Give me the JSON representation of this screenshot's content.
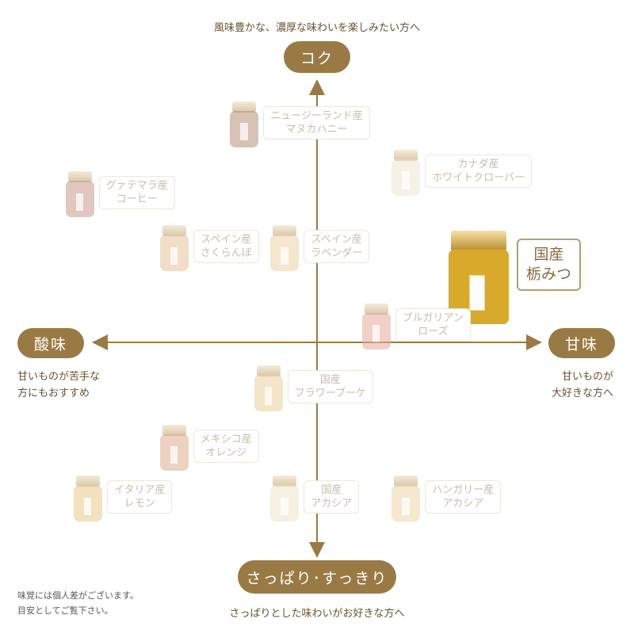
{
  "texts": {
    "top_caption": "風味豊かな、濃厚な味わいを楽しみたい方へ",
    "bottom_caption": "さっぱりとした味わいがお好きな方へ",
    "left_desc_1": "甘いものが苦手な",
    "left_desc_2": "方にもおすすめ",
    "right_desc_1": "甘いものが",
    "right_desc_2": "大好きな方へ",
    "note_1": "味覚には個人差がございます。",
    "note_2": "目安としてご覧下さい。"
  },
  "chart_data": {
    "type": "scatter",
    "title": "",
    "axes": {
      "top": "コク",
      "bottom": "さっぱり･すっきり",
      "left": "酸味",
      "right": "甘味"
    },
    "xlim": [
      -1,
      1
    ],
    "ylim": [
      -1,
      1
    ],
    "grid": false,
    "points": [
      {
        "line1": "ニュージーランド産",
        "line2": "マヌカハニー",
        "x": -0.27,
        "y": 0.81,
        "color": "#b9907a",
        "highlight": false
      },
      {
        "line1": "カナダ産",
        "line2": "ホワイトクローバー",
        "x": 0.33,
        "y": 0.63,
        "color": "#efe6d3",
        "highlight": false
      },
      {
        "line1": "グァテマラ産",
        "line2": "コーヒー",
        "x": -0.88,
        "y": 0.55,
        "color": "#c99a8d",
        "highlight": false
      },
      {
        "line1": "スペイン産",
        "line2": "さくらんぼ",
        "x": -0.53,
        "y": 0.35,
        "color": "#e6c49c",
        "highlight": false
      },
      {
        "line1": "スペイン産",
        "line2": "ラベンダー",
        "x": -0.12,
        "y": 0.35,
        "color": "#ecd4a7",
        "highlight": false
      },
      {
        "line1": "国産",
        "line2": "栃みつ",
        "x": 0.6,
        "y": 0.24,
        "color": "#d9a92c",
        "highlight": true
      },
      {
        "line1": "ブルガリアン",
        "line2": "ローズ",
        "x": 0.22,
        "y": 0.06,
        "color": "#e5aa9c",
        "highlight": false
      },
      {
        "line1": "国産",
        "line2": "フラワーブーケ",
        "x": -0.18,
        "y": -0.17,
        "color": "#ecd0a0",
        "highlight": false
      },
      {
        "line1": "メキシコ産",
        "line2": "オレンジ",
        "x": -0.53,
        "y": -0.39,
        "color": "#dfae8f",
        "highlight": false
      },
      {
        "line1": "イタリア産",
        "line2": "レモン",
        "x": -0.85,
        "y": -0.58,
        "color": "#e9c98c",
        "highlight": false
      },
      {
        "line1": "国産",
        "line2": "アカシア",
        "x": -0.12,
        "y": -0.58,
        "color": "#ede7c9",
        "highlight": false
      },
      {
        "line1": "ハンガリー産",
        "line2": "アカシア",
        "x": 0.33,
        "y": -0.58,
        "color": "#efd7a8",
        "highlight": false
      }
    ]
  }
}
